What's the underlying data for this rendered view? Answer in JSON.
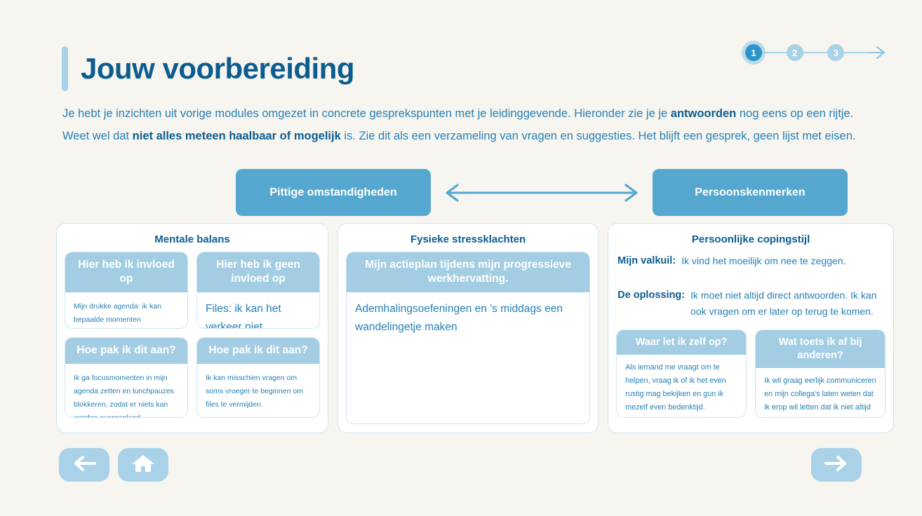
{
  "page": {
    "title": "Jouw voorbereiding",
    "intro": {
      "part1": "Je hebt je inzichten uit vorige modules omgezet in concrete gesprekspunten met je leidinggevende. Hieronder zie je je ",
      "bold1": "antwoorden",
      "part2": " nog eens op een rijtje. Weet wel dat ",
      "bold2": "niet alles meteen haalbaar of mogelijk",
      "part3": " is. Zie dit als een verzameling van vragen en suggesties. Het blijft een gesprek, geen lijst met eisen."
    }
  },
  "stepper": {
    "steps": [
      {
        "label": "1",
        "active": true
      },
      {
        "label": "2",
        "active": false
      },
      {
        "label": "3",
        "active": false
      }
    ]
  },
  "pills": {
    "left": "Pittige omstandigheden",
    "right": "Persoonskenmerken"
  },
  "columns": [
    {
      "title": "Mentale balans",
      "rowA": [
        {
          "head": "Hier heb ik invloed op",
          "body": "Mijn drukke agenda: ik kan bepaalde momenten (focusmomenten of lunchpauzes) op voorhand inplannen."
        },
        {
          "head": "Hier heb ik geen invloed op",
          "body": "Files: ik kan het verkeer niet beïnvloeden."
        }
      ],
      "rowB": [
        {
          "head": "Hoe pak ik dit aan?",
          "body": "Ik ga focusmomenten in mijn agenda zetten en lunchpauzes blokkeren, zodat er niets kan worden overgepland."
        },
        {
          "head": "Hoe pak ik dit aan?",
          "body": "Ik kan misschien vragen om soms vroeger te beginnen om files te vermijden."
        }
      ]
    },
    {
      "title": "Fysieke stressklachten",
      "main": {
        "head": "Mijn actieplan tijdens mijn progressieve werkhervatting.",
        "body": "Ademhalingsoefeningen en 's middags een wandelingetje maken"
      }
    },
    {
      "title": "Persoonlijke copingstijl",
      "kv": [
        {
          "label": "Mijn valkuil:",
          "value": "Ik vind het moeilijk om nee te zeggen."
        },
        {
          "label": "De oplossing:",
          "value": "Ik moet niet altijd direct antwoorden. Ik kan ook vragen om er later op terug te komen."
        }
      ],
      "sub": [
        {
          "head": "Waar let ik zelf op?",
          "body": "Als iemand me vraagt om te helpen, vraag ik of ik het even rustig mag bekijken en gun ik mezelf even bedenktijd."
        },
        {
          "head": "Wat toets ik af bij anderen?",
          "body": "Ik wil graag eerlijk communiceren en mijn collega's laten weten dat ik erop wil letten dat ik niet altijd ja zeg."
        }
      ]
    }
  ],
  "nav": {
    "back": "back-arrow-icon",
    "home": "home-icon",
    "next": "next-arrow-icon"
  },
  "colors": {
    "background": "#f7f5f0",
    "title": "#0c5d8f",
    "body_text": "#2780b4",
    "pill": "#55a7d0",
    "light_blue": "#a3cde3",
    "nav_button": "#a9d2e8",
    "step_active": "#2e93c9"
  }
}
